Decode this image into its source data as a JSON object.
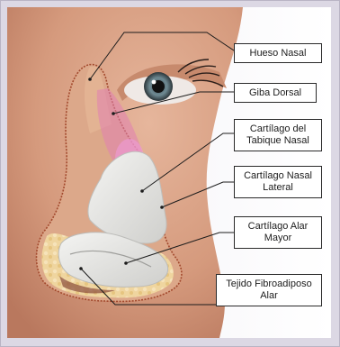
{
  "labels": [
    {
      "id": "hueso-nasal",
      "lines": [
        "Hueso Nasal"
      ]
    },
    {
      "id": "giba-dorsal",
      "lines": [
        "Giba Dorsal"
      ]
    },
    {
      "id": "cartilago-tabique",
      "lines": [
        "Cartílago del",
        "Tabique Nasal"
      ]
    },
    {
      "id": "cartilago-lateral",
      "lines": [
        "Cartílago Nasal",
        "Lateral"
      ]
    },
    {
      "id": "cartilago-alar",
      "lines": [
        "Cartílago Alar",
        "Mayor"
      ]
    },
    {
      "id": "tejido-fibroadiposo",
      "lines": [
        "Tejido Fibroadiposo",
        "Alar"
      ]
    }
  ]
}
